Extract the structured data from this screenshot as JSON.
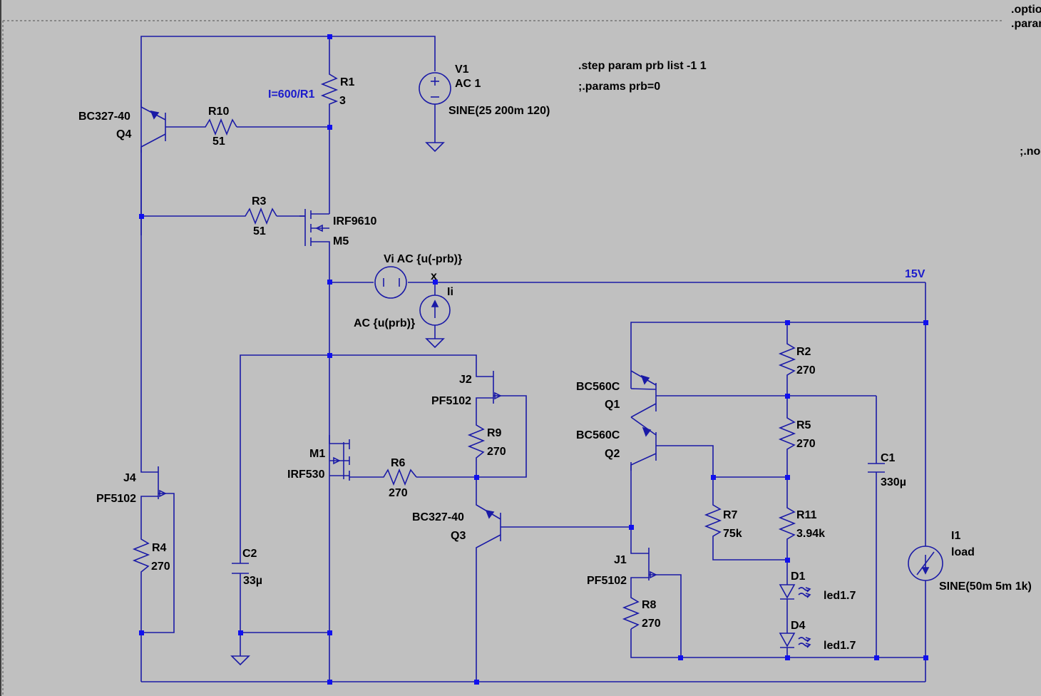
{
  "directives": {
    "step": ".step param prb list -1 1",
    "params": ";.params prb=0",
    "option": ".optio",
    "param_right": ".paran",
    "noise": ";.no"
  },
  "net_labels": {
    "x": "x",
    "supply": "15V",
    "current_annotation": "I=600/R1"
  },
  "components": {
    "R1": {
      "ref": "R1",
      "value": "3"
    },
    "R2": {
      "ref": "R2",
      "value": "270"
    },
    "R3": {
      "ref": "R3",
      "value": "51"
    },
    "R4": {
      "ref": "R4",
      "value": "270"
    },
    "R5": {
      "ref": "R5",
      "value": "270"
    },
    "R6": {
      "ref": "R6",
      "value": "270"
    },
    "R7": {
      "ref": "R7",
      "value": "75k"
    },
    "R8": {
      "ref": "R8",
      "value": "270"
    },
    "R9": {
      "ref": "R9",
      "value": "270"
    },
    "R10": {
      "ref": "R10",
      "value": "51"
    },
    "R11": {
      "ref": "R11",
      "value": "3.94k"
    },
    "C1": {
      "ref": "C1",
      "value": "330µ"
    },
    "C2": {
      "ref": "C2",
      "value": "33µ"
    },
    "V1": {
      "ref": "V1",
      "ac": "AC 1",
      "value": "SINE(25 200m 120)"
    },
    "Vi": {
      "ref": "Vi",
      "value": "Vi AC {u(-prb)}"
    },
    "Ii": {
      "ref": "Ii",
      "value": "AC {u(prb)}"
    },
    "I1": {
      "ref": "I1",
      "ac": "load",
      "value": "SINE(50m 5m 1k)"
    },
    "Q1": {
      "ref": "Q1",
      "value": "BC560C"
    },
    "Q2": {
      "ref": "Q2",
      "value": "BC560C"
    },
    "Q3": {
      "ref": "Q3",
      "value": "BC327-40"
    },
    "Q4": {
      "ref": "Q4",
      "value": "BC327-40"
    },
    "M1": {
      "ref": "M1",
      "value": "IRF530"
    },
    "M5": {
      "ref": "M5",
      "value": "IRF9610"
    },
    "J1": {
      "ref": "J1",
      "value": "PF5102"
    },
    "J2": {
      "ref": "J2",
      "value": "PF5102"
    },
    "J4": {
      "ref": "J4",
      "value": "PF5102"
    },
    "D1": {
      "ref": "D1",
      "value": "led1.7"
    },
    "D4": {
      "ref": "D4",
      "value": "led1.7"
    }
  }
}
